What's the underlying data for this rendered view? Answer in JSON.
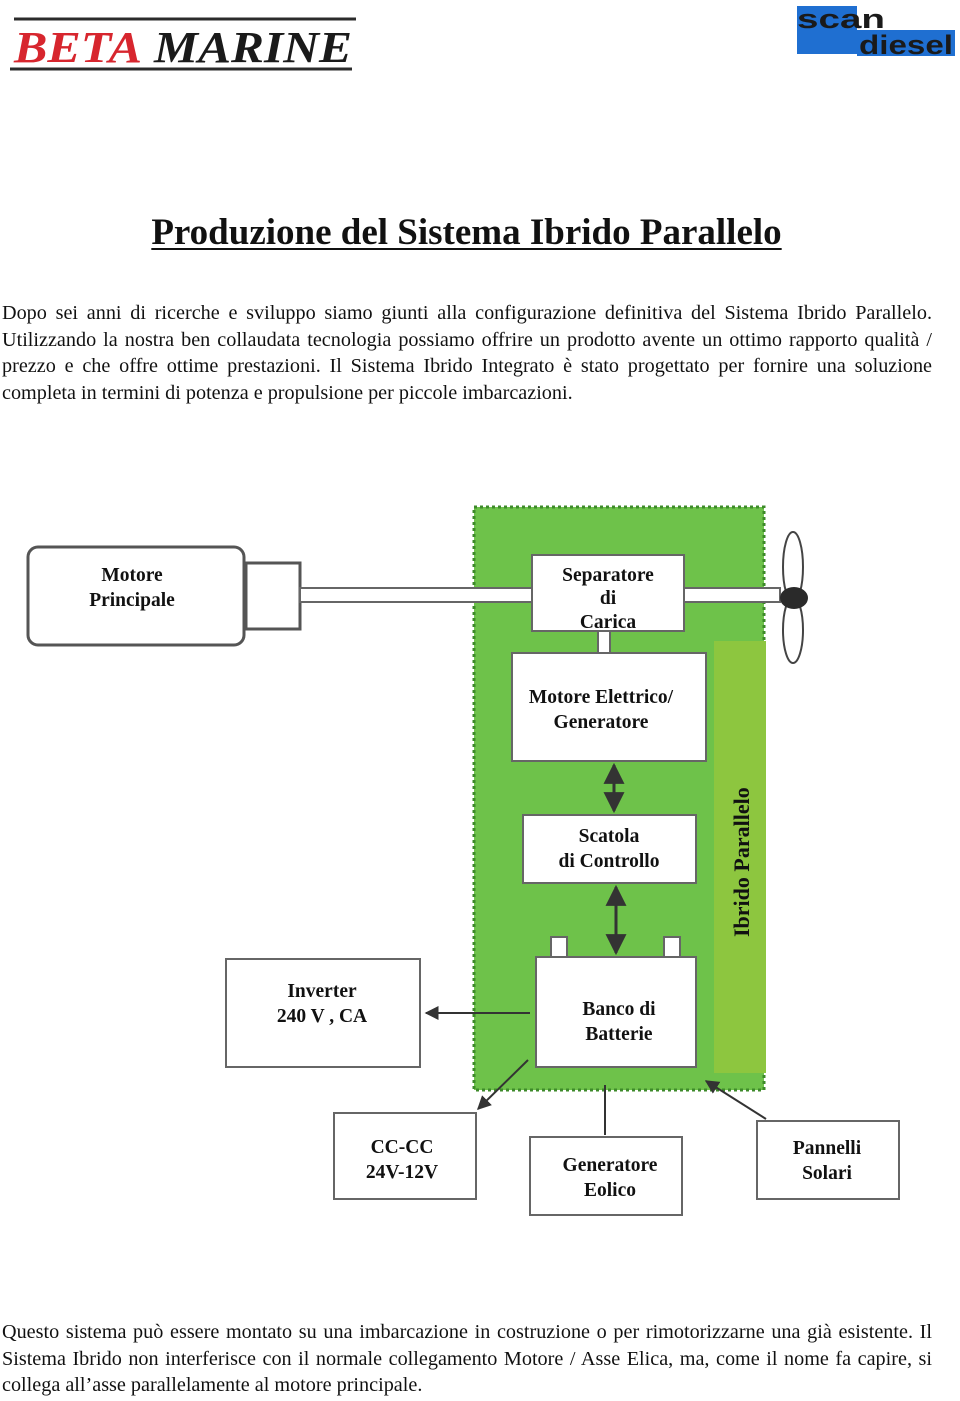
{
  "header": {
    "logo_left": "BETA MARINE",
    "logo_right_line1": "scan",
    "logo_right_line2": "diesel"
  },
  "title": "Produzione del Sistema Ibrido Parallelo",
  "intro_paragraph": "Dopo sei anni di ricerche e sviluppo siamo giunti alla configurazione definitiva del Sistema Ibrido Parallelo. Utilizzando la nostra ben collaudata tecnologia possiamo offrire un prodotto avente un ottimo rapporto qualità / prezzo e che offre ottime prestazioni. Il Sistema Ibrido Integrato è stato progettato per fornire una soluzione completa in termini di potenza e propulsione per piccole imbarcazioni.",
  "diagram": {
    "motore_principale": [
      "Motore",
      "Principale"
    ],
    "separatore": [
      "Separatore",
      "di",
      "Carica"
    ],
    "motore_elettrico": [
      "Motore Elettrico/",
      "Generatore"
    ],
    "scatola": [
      "Scatola",
      "di Controllo"
    ],
    "banco": [
      "Banco di",
      "Batterie"
    ],
    "inverter": [
      "Inverter",
      "240 V , CA"
    ],
    "cc_cc": [
      "CC-CC",
      "24V-12V"
    ],
    "eolico": [
      "Generatore",
      "Eolico"
    ],
    "pannelli": [
      "Pannelli",
      "Solari"
    ],
    "side_label": "Ibrido Parallelo",
    "colors": {
      "green_area": "#6ec24a",
      "green_stripe": "#8dc63f"
    }
  },
  "closing_paragraph": "Questo sistema può essere montato su una imbarcazione in costruzione o per rimotorizzarne una già esistente. Il Sistema Ibrido non interferisce con il normale collegamento Motore / Asse Elica, ma, come il nome fa capire, si collega all’asse parallelamente al motore principale."
}
